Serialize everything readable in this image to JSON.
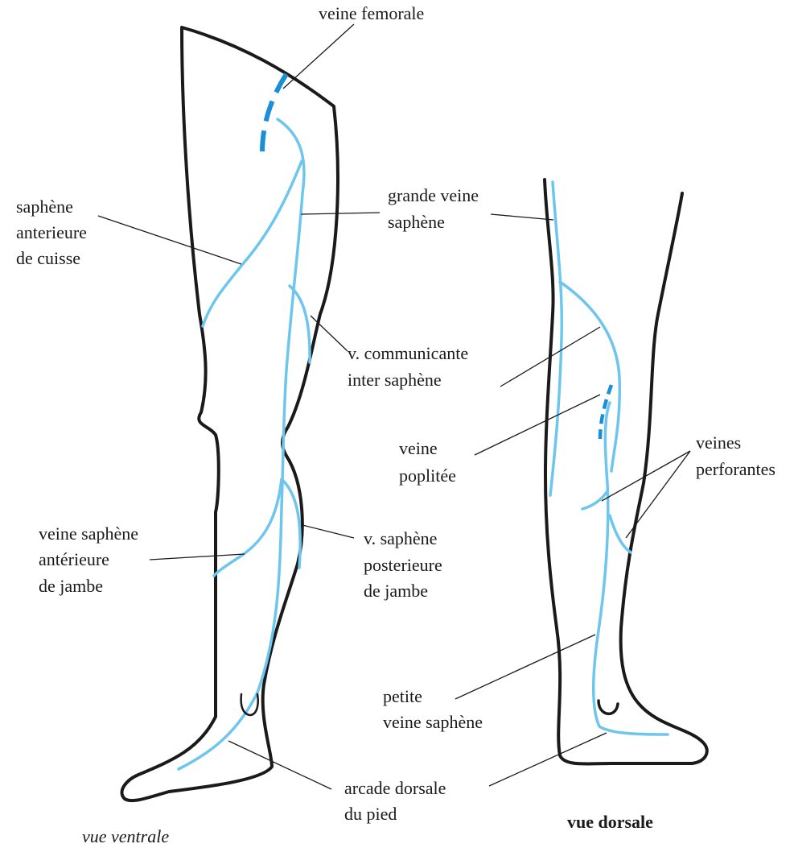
{
  "colors": {
    "outline": "#1a1a1a",
    "superficial_vein": "#6ec6ee",
    "deep_vein": "#1a8fd6"
  },
  "labels": {
    "veine_femorale": "veine femorale",
    "saphene_anterieure_cuisse": [
      "saphène",
      "anterieure",
      "de cuisse"
    ],
    "grande_veine_saphene": [
      "grande veine",
      "saphène"
    ],
    "v_communicante": [
      "v. communicante",
      "inter saphène"
    ],
    "veine_poplitee": [
      "veine",
      "poplitée"
    ],
    "veines_perforantes": [
      "veines",
      "perforantes"
    ],
    "veine_saphene_anterieure_jambe": [
      "veine saphène",
      "antérieure",
      "de jambe"
    ],
    "v_saphene_posterieure_jambe": [
      "v. saphène",
      "posterieure",
      "de jambe"
    ],
    "petite_veine_saphene": [
      "petite",
      "veine saphène"
    ],
    "arcade_dorsale": [
      "arcade dorsale",
      "du pied"
    ]
  },
  "captions": {
    "ventral": "vue ventrale",
    "dorsal": "vue dorsale"
  },
  "icons": {
    "ventral_malleolus": "malleolus-mark-icon",
    "dorsal_heel": "heel-mark-icon"
  }
}
